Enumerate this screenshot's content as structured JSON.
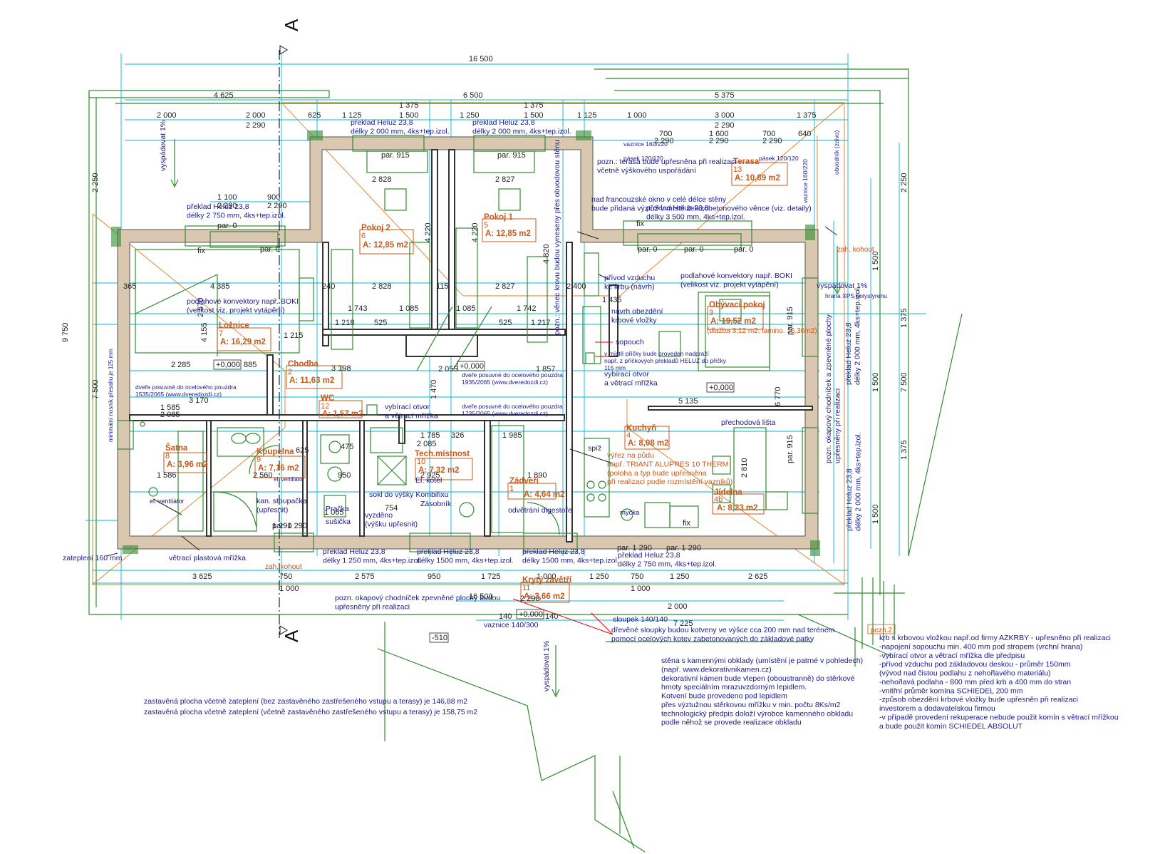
{
  "section_marks": [
    "A",
    "A"
  ],
  "dimensions": {
    "top_overall": "16 500",
    "top_row1": [
      "4 625",
      "6 500",
      "5 375"
    ],
    "top_row2": [
      "2 000",
      "2 000",
      "625",
      "1 125",
      "1 500",
      "1 250",
      "1 500",
      "1 125",
      "1 000",
      "3 000",
      "1 375"
    ],
    "top_row3": [
      "2 290",
      "1 375",
      "1 375",
      "2 290"
    ],
    "terrace_dims": [
      "700",
      "1 600",
      "700",
      "2 290",
      "2 290",
      "2 290",
      "640"
    ],
    "left_side": [
      "1 100",
      "900",
      "2 290",
      "2 290"
    ],
    "left_vertical": [
      "2 250",
      "9 750",
      "7 500"
    ],
    "right_vertical": [
      "2 250",
      "1 500",
      "1 375",
      "1 500",
      "7 500",
      "1 375",
      "1 500"
    ],
    "bottom_row1": [
      "3 625",
      "750",
      "2 575",
      "950",
      "1 725",
      "1 000",
      "1 250",
      "750",
      "1 250",
      "2 625"
    ],
    "bottom_row2": [
      "1 000",
      "16 500",
      "1 000"
    ],
    "bottom_misc": [
      "2 000",
      "7 225",
      "2 290",
      "140",
      "140"
    ],
    "inner": [
      "365",
      "4 385",
      "240",
      "2 828",
      "115",
      "2 827",
      "2 400",
      "2 828",
      "2 827",
      "1 743",
      "1 085",
      "1 085",
      "1 742",
      "1 218",
      "525",
      "525",
      "1 217",
      "2 570",
      "4 155",
      "1 215",
      "2 285",
      "885",
      "3 198",
      "2 055",
      "1 857",
      "5 135",
      "1 585",
      "2 085",
      "3 170",
      "1 586",
      "2 560",
      "1 785",
      "326",
      "2 085",
      "1 985",
      "2 925",
      "1 890",
      "625",
      "475",
      "950",
      "754",
      "1 290",
      "1 065",
      "1 470",
      "6 770",
      "2 810",
      "4 820",
      "4 220",
      "4 220",
      "1 435"
    ]
  },
  "rooms": [
    {
      "name": "Ložnice",
      "num": "7",
      "area": "A: 16,29 m2"
    },
    {
      "name": "Pokoj 2",
      "num": "6",
      "area": "A: 12,85 m2"
    },
    {
      "name": "Pokoj 1",
      "num": "5",
      "area": "A: 12,85 m2"
    },
    {
      "name": "Obývací pokoj",
      "num": "3",
      "area": "A: 19,52 m2",
      "extra": "(dlažba 3,12 m2, lamino. 16,36m2)"
    },
    {
      "name": "Terasa",
      "num": "13",
      "area": "A: 10,89 m2"
    },
    {
      "name": "Chodba",
      "num": "2",
      "area": "A: 11,63 m2"
    },
    {
      "name": "WC",
      "num": "12",
      "area": "A: 1,57 m2"
    },
    {
      "name": "Šatna",
      "num": "8",
      "area": "A: 3,96 m2"
    },
    {
      "name": "Koupelna",
      "num": "9",
      "area": "A: 7,16 m2"
    },
    {
      "name": "Tech.místnost",
      "num": "10",
      "area": "A: 7,32 m2"
    },
    {
      "name": "Kuchyň",
      "num": "4",
      "area": "A: 8,08 m2"
    },
    {
      "name": "Zádveří",
      "num": "1",
      "area": "A: 4,64 m2"
    },
    {
      "name": "Jídelna",
      "num": "4b",
      "area": "A: 8,23 m2"
    },
    {
      "name": "Krytý zavětří",
      "num": "11",
      "area": "A: 3,66 m2"
    }
  ],
  "lintels": [
    "překlad Heluz 23,8\ndélky 2 000 mm, 4ks+tep.izol.",
    "překlad Heluz 23,8\ndélky 2 000 mm, 4ks+tep.izol.",
    "překlad Heluz 23,8\ndélky 2 750 mm, 4ks+tep.izol.",
    "překlad Heluz 23,8\ndélky 3 500 mm, 4ks+tep.izol.",
    "překlad Heluz 23,8\ndélky 1 250 mm, 4ks+tep.izol.",
    "překlad Heluz 23,8\ndélky 1500 mm, 4ks+tep.izol.",
    "překlad Heluz 23,8\ndélky 1500 mm, 4ks+tep.izol.",
    "překlad Heluz 23,8\ndélky 2 750 mm, 4ks+tep.izol."
  ],
  "openings": [
    "par. 915",
    "par. 915",
    "par. 0",
    "par. 0",
    "par. 0",
    "par. 0",
    "par. 0",
    "par. 915",
    "par. 915",
    "par. 1 290",
    "par. 1 290",
    "par. 1 290",
    "fix",
    "fix",
    "fix"
  ],
  "levels": [
    "+0,000",
    "+0,000",
    "+0,000",
    "+0,000",
    "-510"
  ],
  "notes": {
    "slope1": "vyspádovat 1%",
    "slope2": "vyspádovat 1%",
    "slope3": "vyspádovat 1%",
    "terasa_note": "pozn.: terasa bude upřesněna při realizaci\nvčetně výškového uspořádání",
    "french_window": "nad francouzské okno v celé délce stěny\nbude přidaná výztuž v místě železobetonového věnce (viz. detaily)",
    "conv1": "podlahové konvektory např. BOKI\n(velikost viz. projekt vytápění)",
    "conv2": "podlahové konvektory např. BOKI\n(velikost viz. projekt vytápění)",
    "wreath": "pozn.: věnec krovu budou vyneseny přes obvodovou stěnu",
    "air_inlet": "přívod vzduchu\nke krbu (návrh)",
    "fireplace": "návrh obezdění\nkrbové vložky",
    "chimney": "sopouch",
    "chimney_wall": "v místě příčky bude proveden nadpraží\nnapř. z příčkových překladů HELUZ do příčky\n115 mm",
    "vent": "vybírací otvor\na větrací mřížka",
    "door1": "dveře posuvné do ocelového pouzdra\n1535/2065 (www.dveredozdi.cz)",
    "door2": "dveře posuvné do ocelového pouzdra\n1935/2065 (www.dveredozdi.cz)",
    "door3": "dveře posuvné do ocelového pouzdra\n1735/2065 (www.dveredozdi.cz)",
    "transition": "přechodová lišta",
    "floor_cut": "výřez na půdu\nnapř. TRIANT ALUPRES 10 THERM\n(poloha a typ bude upřesněna\npři realizaci podle rozmístění vazníků)",
    "boiler": "El. kotel",
    "sokl": "sokl do výšky Kombifixu",
    "tank": "Zásobník",
    "hood": "odvětrání digestoře",
    "wm": "Pračka",
    "dryer": "sušička",
    "raised": "vyzděno\n(výšku upřesnit)",
    "stack": "kan. stoupačka\n(upřesnit)",
    "elvent": "el. ventilátor",
    "elvent2": "el. ventilátor",
    "insulation": "zateplení 160 mm",
    "grille": "větrací plastová mřížka",
    "roof_hook": "zah. kohout",
    "roof_hook2": "zah. kohout",
    "path": "pozn. okapový chodníček zpevněné plochy budou\nupřesněny při realizaci",
    "path_right": "pozn. okapový chodníček a zpevněné plochy\nupřesněny při realizaci",
    "lintel_right1": "překlad Heluz 23,8\ndélky 2 000 mm, 4ks+tep.izol.",
    "lintel_right2": "překlad Heluz 23,8\ndélky 2 000 mm, 4ks+tep.izol.",
    "posts": "sloupek 140/140",
    "posts_note": "dřevěné sloupky budou kotveny ve výšce cca 200 mm nad terénem\npomocí ocelových kotev zabetonovaných do základové patky",
    "stone": "stěna s kamennými obklady (umístění je patrné v pohledech)\n(např. www.dekorativnikamen.cz)\ndekorativní kámen bude vlepen (oboustranně) do stěrkové\nhmoty speciálním mrazuvzdorným lepidlem.\nKotvení bude provedeno pod lepidlem\npřes výztužnou stěrkovou mřížku v min. počtu 8Ks/m2\ntechnologický předpis doloží výrobce kamenného obkladu\npodle něhož se provede realizace obkladu",
    "area1": "zastavěná plocha včetně zateplení (bez zastavěného zastřešeného vstupu a terasy) je 146,88 m2",
    "area2": "zastavěná plocha včetně zateplení (včetně zastavěného zastřešeného vstupu a terasy) je 158,75 m2",
    "pozn2": "pozn.2",
    "krb": "krb s krbovou vložkou např.od firmy AZKRBY - upřesněno při realizaci\n-napojení sopouchu min. 400 mm pod stropem (vrchní hrana)\n-vybírací otvor a větrací mřížka dle předpisu\n-přívod vzduchu pod základovou deskou - průměr 150mm\n(vývod nad čistou podlahu z nehořlavého materiálu)\n-nehořlavá podlaha - 800 mm před krb a 400 mm do stran\n-vnitřní průměr komína SCHIEDEL 200 mm\n-způsob obezdění krbové vložky bude upřesněn při realizaci\ninvestorem a dodavatelskou firmou\n-v případě provedení rekuperace nebude použit komín s větrací mřížkou\na bude použit komín SCHIEDEL ABSOLUT",
    "vaznice1": "vaznice 160/220",
    "vaznice2": "vaznice 160/220",
    "vaznice3": "vaznice 140/300",
    "pasek1": "pásek 120/120",
    "pasek2": "pásek 120/120",
    "xps": "hrana XPS polystyrenu",
    "obvod": "obvodník (zdivo)",
    "spiz": "spíž",
    "mycka": "myčka",
    "dim_side": "minimální nosník přesahu je 125 mm"
  }
}
